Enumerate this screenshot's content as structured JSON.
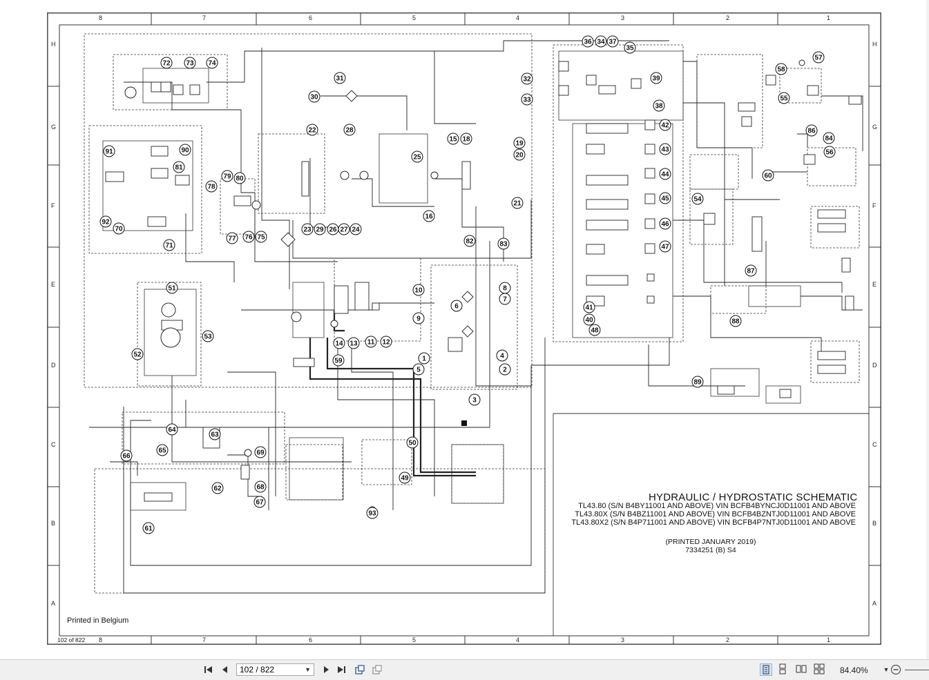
{
  "document": {
    "title": "HYDRAULIC / HYDROSTATIC SCHEMATIC",
    "models": [
      "TL43.80 (S/N B4BY11001 AND ABOVE) VIN BCFB4BYNCJ0D11001 AND ABOVE",
      "TL43.80X (S/N B4BZ11001 AND ABOVE) VIN BCFB4BZNTJ0D11001 AND ABOVE",
      "TL43.80X2 (S/N B4P711001 AND ABOVE) VIN BCFB4P7NTJ0D11001 AND ABOVE"
    ],
    "printed_date": "(PRINTED JANUARY 2019)",
    "part_number": "7334251 (B) S4",
    "printed_in": "Printed in Belgium",
    "page_label": "102 of 822",
    "grid_columns": [
      "8",
      "7",
      "6",
      "5",
      "4",
      "3",
      "2",
      "1"
    ],
    "grid_rows": [
      "H",
      "G",
      "F",
      "E",
      "D",
      "C",
      "B",
      "A"
    ],
    "callouts": [
      "1",
      "2",
      "3",
      "4",
      "5",
      "6",
      "7",
      "8",
      "9",
      "10",
      "11",
      "12",
      "13",
      "14",
      "15",
      "16",
      "18",
      "19",
      "20",
      "21",
      "22",
      "23",
      "24",
      "25",
      "26",
      "27",
      "28",
      "29",
      "30",
      "31",
      "32",
      "33",
      "34",
      "35",
      "36",
      "37",
      "38",
      "39",
      "40",
      "41",
      "42",
      "43",
      "44",
      "45",
      "46",
      "47",
      "48",
      "49",
      "50",
      "51",
      "52",
      "53",
      "54",
      "55",
      "56",
      "57",
      "58",
      "59",
      "60",
      "61",
      "62",
      "63",
      "64",
      "65",
      "66",
      "67",
      "68",
      "69",
      "70",
      "71",
      "72",
      "73",
      "74",
      "75",
      "76",
      "77",
      "78",
      "79",
      "80",
      "81",
      "82",
      "83",
      "84",
      "86",
      "87",
      "88",
      "89",
      "90",
      "91",
      "92",
      "93"
    ]
  },
  "toolbar": {
    "page_value": "102 / 822",
    "zoom": "84.40%",
    "icons": [
      "first-page-icon",
      "prev-page-icon",
      "next-page-icon",
      "last-page-icon",
      "fit-page-icon",
      "fit-width-icon",
      "single-page-icon",
      "continuous-icon",
      "two-page-icon",
      "two-page-continuous-icon",
      "zoom-out-icon"
    ]
  }
}
